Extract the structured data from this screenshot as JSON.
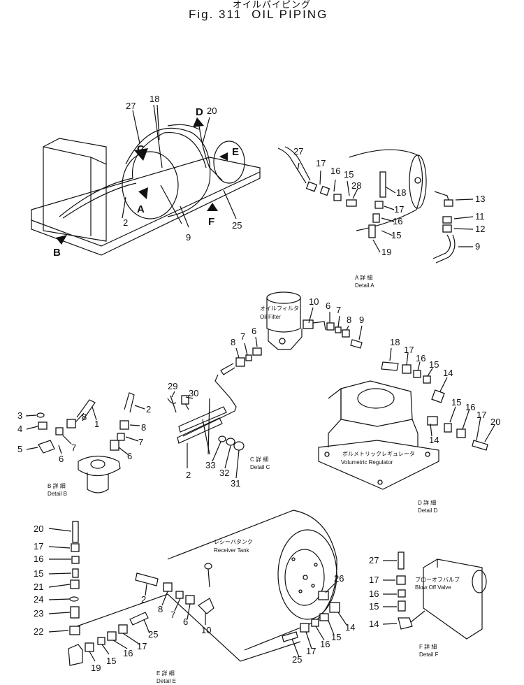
{
  "header": {
    "title_jp": "オイルパイピング",
    "fig_label": "Fig. 311",
    "title_en": "OIL  PIPING"
  },
  "overview": {
    "views": [
      "A",
      "B",
      "C",
      "D",
      "E",
      "F"
    ],
    "parts": [
      "27",
      "18",
      "20",
      "2",
      "9",
      "25"
    ]
  },
  "detail_a": {
    "caption_jp": "A 詳 細",
    "caption_en": "Detail A",
    "parts": [
      "27",
      "17",
      "16",
      "15",
      "28",
      "18",
      "17",
      "16",
      "15",
      "19",
      "13",
      "11",
      "12",
      "9"
    ]
  },
  "detail_b": {
    "caption_jp": "B 詳 細",
    "caption_en": "Detail B",
    "parts": [
      "3",
      "4",
      "5",
      "6",
      "7",
      "8",
      "1",
      "2",
      "8",
      "7",
      "6"
    ]
  },
  "detail_c": {
    "caption_jp": "C 詳 細",
    "caption_en": "Detail C",
    "filter_label_jp": "オイルフィルタ",
    "filter_label_en": "Oil Filter",
    "parts": [
      "10",
      "6",
      "7",
      "8",
      "9",
      "8",
      "7",
      "6",
      "29",
      "30",
      "33",
      "32",
      "31",
      "2"
    ]
  },
  "detail_d": {
    "caption_jp": "D 詳 細",
    "caption_en": "Detail D",
    "regulator_label_jp": "ボルメトリックレギュレータ",
    "regulator_label_en": "Volumetric  Regulator",
    "parts": [
      "18",
      "17",
      "16",
      "15",
      "14",
      "15",
      "16",
      "17",
      "20",
      "14"
    ]
  },
  "detail_e": {
    "caption_jp": "E 詳 細",
    "caption_en": "Detail E",
    "tank_label_jp": "レシーバタンク",
    "tank_label_en": "Receiver  Tank",
    "parts": [
      "20",
      "17",
      "16",
      "15",
      "21",
      "24",
      "23",
      "22",
      "19",
      "15",
      "16",
      "17",
      "25",
      "2",
      "8",
      "7",
      "6",
      "10",
      "26",
      "14",
      "15",
      "16",
      "17",
      "25"
    ]
  },
  "detail_f": {
    "caption_jp": "F 詳 細",
    "caption_en": "Detail F",
    "valve_label_jp": "ブローオフバルブ",
    "valve_label_en": "Blow  Off  Valve",
    "parts": [
      "27",
      "17",
      "16",
      "15",
      "14"
    ]
  }
}
